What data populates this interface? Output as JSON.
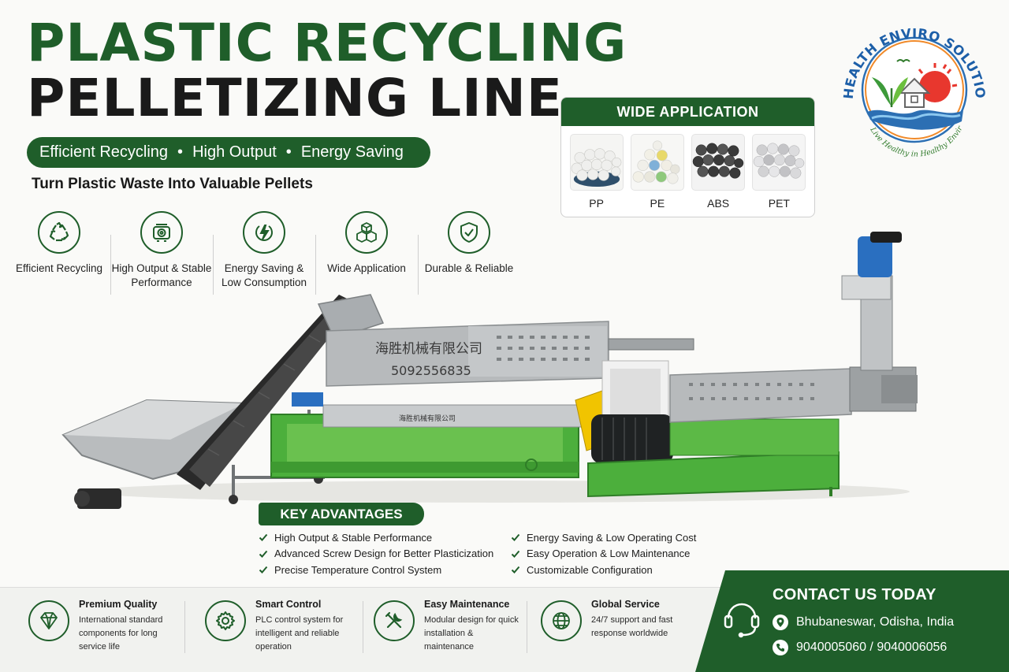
{
  "headline": {
    "line1": "PLASTIC RECYCLING",
    "line2": "PELLETIZING LINE"
  },
  "tagline": {
    "items": [
      "Efficient Recycling",
      "High Output",
      "Energy Saving"
    ],
    "separator": "•"
  },
  "subtitle": "Turn Plastic Waste Into Valuable Pellets",
  "features": [
    {
      "icon": "recycle-icon",
      "label": "Efficient Recycling"
    },
    {
      "icon": "motor-icon",
      "label": "High Output & Stable Performance"
    },
    {
      "icon": "energy-icon",
      "label": "Energy Saving & Low Consumption"
    },
    {
      "icon": "cubes-icon",
      "label": "Wide Application"
    },
    {
      "icon": "shield-icon",
      "label": "Durable & Reliable"
    }
  ],
  "wide_application": {
    "title": "WIDE APPLICATION",
    "items": [
      {
        "name": "PP",
        "color": "#e8e8e6"
      },
      {
        "name": "PE",
        "color": "#dfe6d6"
      },
      {
        "name": "ABS",
        "color": "#3a3a3a"
      },
      {
        "name": "PET",
        "color": "#cfcfd0"
      }
    ]
  },
  "logo": {
    "company": "HEALTH ENVIRO SOLUTIONS PVT. LTD.",
    "slogan": "Live Healthy in Healthy Enviro"
  },
  "machine": {
    "brand_text": "海胜机械有限公司",
    "phone_text": "5092556835",
    "plate_text": "海胜机械有限公司"
  },
  "key_advantages": {
    "title": "KEY ADVANTAGES",
    "left": [
      "High Output & Stable Performance",
      "Advanced Screw Design for Better Plasticization",
      "Precise Temperature Control System"
    ],
    "right": [
      "Energy Saving & Low Operating Cost",
      "Easy Operation & Low Maintenance",
      "Customizable Configuration"
    ]
  },
  "bottom_features": [
    {
      "icon": "diamond-icon",
      "title": "Premium Quality",
      "desc": "International standard components for long service life"
    },
    {
      "icon": "gear-icon",
      "title": "Smart Control",
      "desc": "PLC control system for intelligent and reliable operation"
    },
    {
      "icon": "tools-icon",
      "title": "Easy Maintenance",
      "desc": "Modular design for quick installation & maintenance"
    },
    {
      "icon": "globe-icon",
      "title": "Global Service",
      "desc": "24/7 support and fast response worldwide"
    }
  ],
  "contact": {
    "title": "CONTACT US TODAY",
    "location": "Bhubaneswar, Odisha, India",
    "phone": "9040005060 / 9040006056"
  },
  "colors": {
    "brand_green": "#1f5e2a",
    "machine_green": "#4caf3c",
    "steel": "#a9adb0"
  }
}
